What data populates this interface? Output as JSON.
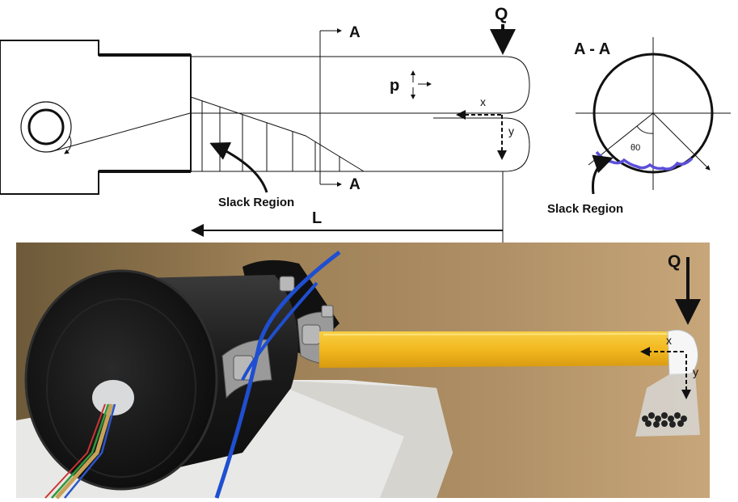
{
  "schematic": {
    "section_marker_top": "A",
    "section_marker_bottom": "A",
    "load_label": "Q",
    "pressure_label": "p",
    "x_axis_label": "x",
    "y_axis_label": "y",
    "slack_region_label": "Slack Region",
    "length_label": "L"
  },
  "cross_section": {
    "title": "A - A",
    "angle_label": "θ0",
    "slack_region_label": "Slack Region",
    "slack_curve_color": "#5b4fd9"
  },
  "photo": {
    "load_label": "Q",
    "x_axis_label": "x",
    "y_axis_label": "y",
    "beam_color": "#f2b81f",
    "hose_color": "#1f4fd0",
    "background_color": "#a0835a"
  }
}
